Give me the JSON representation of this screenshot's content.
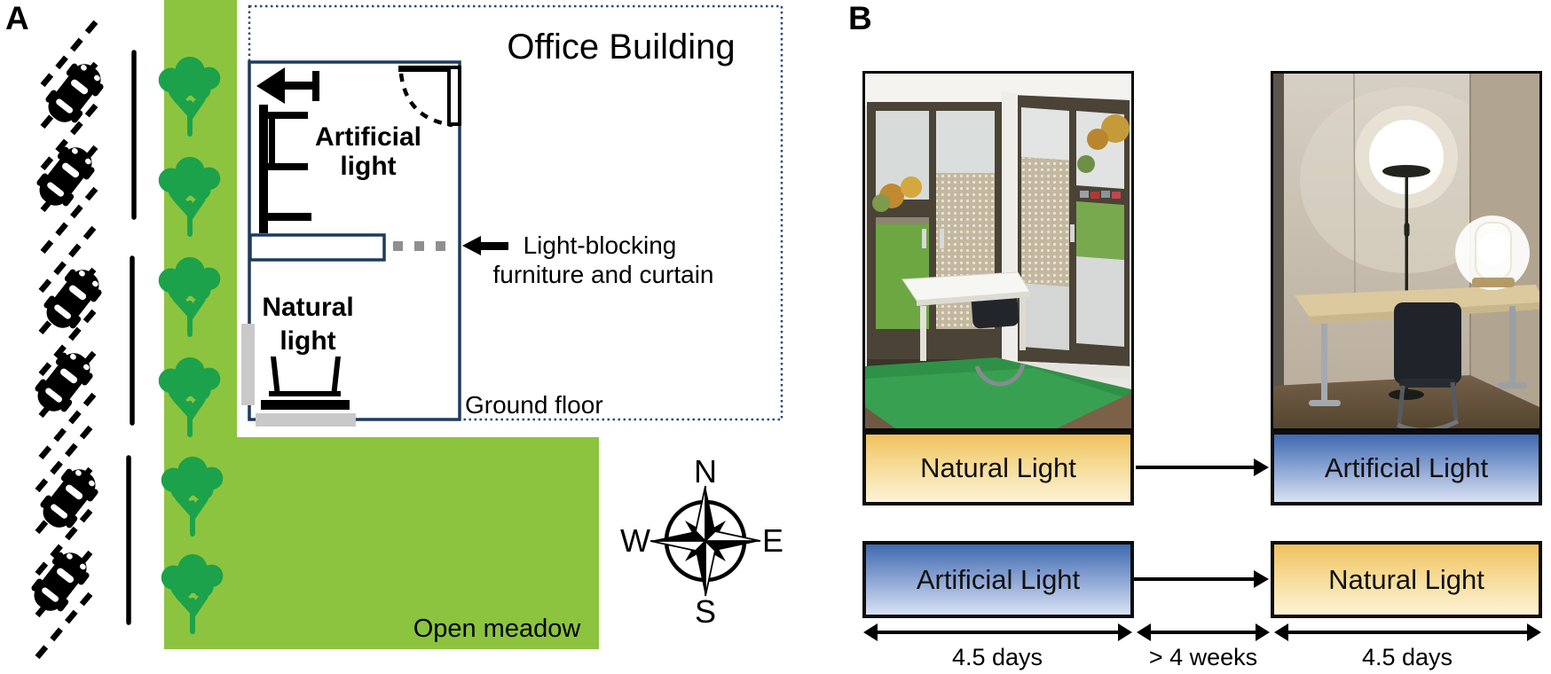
{
  "figure": {
    "panel_a": {
      "label": "A",
      "building_title": "Office Building",
      "artificial_room": {
        "line1": "Artificial",
        "line2": "light"
      },
      "natural_room": {
        "line1": "Natural",
        "line2": "light"
      },
      "annotation": {
        "line1": "Light-blocking",
        "line2": "furniture and curtain"
      },
      "ground_floor": "Ground floor",
      "open_meadow": "Open meadow",
      "compass": {
        "north": "N",
        "east": "E",
        "south": "S",
        "west": "W"
      },
      "icons": [
        "car-icon",
        "tree-icon",
        "road-line",
        "parking-dashes",
        "desk-side-icon",
        "desk-front-icon",
        "lamp-icon",
        "door-swing-icon",
        "window-bar-icon",
        "curtain-dashes-icon",
        "compass-rose-icon"
      ],
      "colors": {
        "navy_outline": "#1e3a5f",
        "meadow_green": "#8cc43f",
        "tree_green": "#1ca24a",
        "window_gray": "#c9c9c9",
        "curtain_gray": "#8f8f8f"
      }
    },
    "panel_b": {
      "label": "B",
      "row1": {
        "left_label": "Natural Light",
        "right_label": "Artificial Light"
      },
      "row2": {
        "left_label": "Artificial Light",
        "right_label": "Natural Light"
      },
      "timeline": {
        "left": "4.5 days",
        "middle": "> 4 weeks",
        "right": "4.5 days"
      },
      "colors": {
        "natural_box_top": "#efc25e",
        "natural_box_bottom": "#fdf3d6",
        "artificial_box_top": "#3f69b0",
        "artificial_box_bottom": "#d9e1f3",
        "arrow_black": "#000000"
      }
    }
  }
}
